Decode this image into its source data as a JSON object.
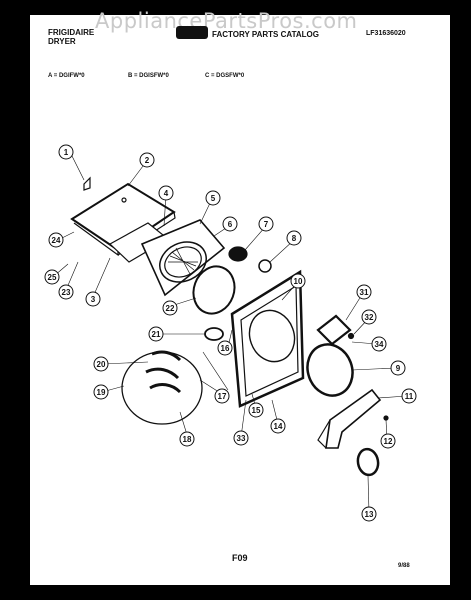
{
  "watermark": "AppliancePartsPros.com",
  "header": {
    "brand_line1": "FRIGIDAIRE",
    "brand_line2": "DRYER",
    "logo_text": "FACTORY PARTS CATALOG",
    "catalog_number": "LF31636020"
  },
  "models": {
    "a": "A = DGIFW*0",
    "b": "B = DGISFW*0",
    "c": "C = DGSFW*0"
  },
  "callouts": [
    "1",
    "2",
    "3",
    "4",
    "5",
    "6",
    "7",
    "8",
    "9",
    "10",
    "11",
    "12",
    "13",
    "14",
    "15",
    "16",
    "17",
    "18",
    "19",
    "20",
    "21",
    "22",
    "23",
    "24",
    "25",
    "31",
    "32",
    "33",
    "34"
  ],
  "footer": {
    "page_code": "F09",
    "date": "9/88"
  },
  "colors": {
    "ink": "#111111",
    "paper": "#ffffff",
    "frame": "#000000"
  }
}
